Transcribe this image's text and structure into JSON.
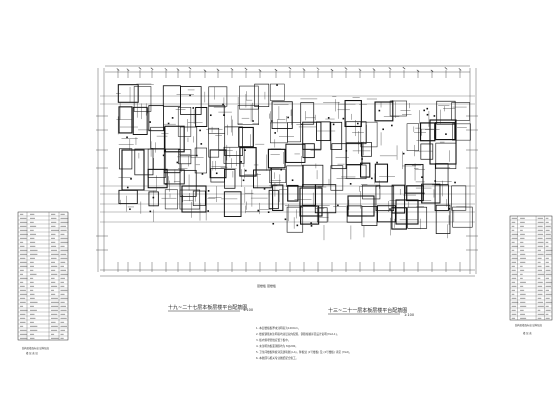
{
  "drawing": {
    "plan_left": {
      "caption": "十九~二十七层本板层楼平台配筋图",
      "scale": "1:100"
    },
    "plan_right": {
      "caption": "十三~二十一层本板层楼平台配筋图",
      "scale": "1:100"
    },
    "center_label": "层楼板  层楼板",
    "notes": {
      "lines": [
        "1. 本层楼板板厚未注明者为120mm。",
        "2. 楼板钢筋未注明者均双层双向配筋，钢筋规格详见设计说明(YG2-1)。",
        "3. 板内预埋管线应置于板中。",
        "4. 未注明的板面钢筋均为 8@200。",
        "5. 卫生间楼板降板详见建筑图 (LA)，降板处 (1号楼板) 及 (2号楼板) 详见 (YG2)。",
        "6. 本图须与相关专业图纸配合施工。"
      ]
    },
    "table_left": {
      "caption": "结构层楼面标高 结构层高",
      "footer": "楼 层 表 层"
    },
    "table_right": {
      "caption": "结构层楼面标高 结构层高",
      "footer": "楼 层 表"
    }
  },
  "colors": {
    "line": "#1a1a1a",
    "paper": "#ffffff"
  }
}
